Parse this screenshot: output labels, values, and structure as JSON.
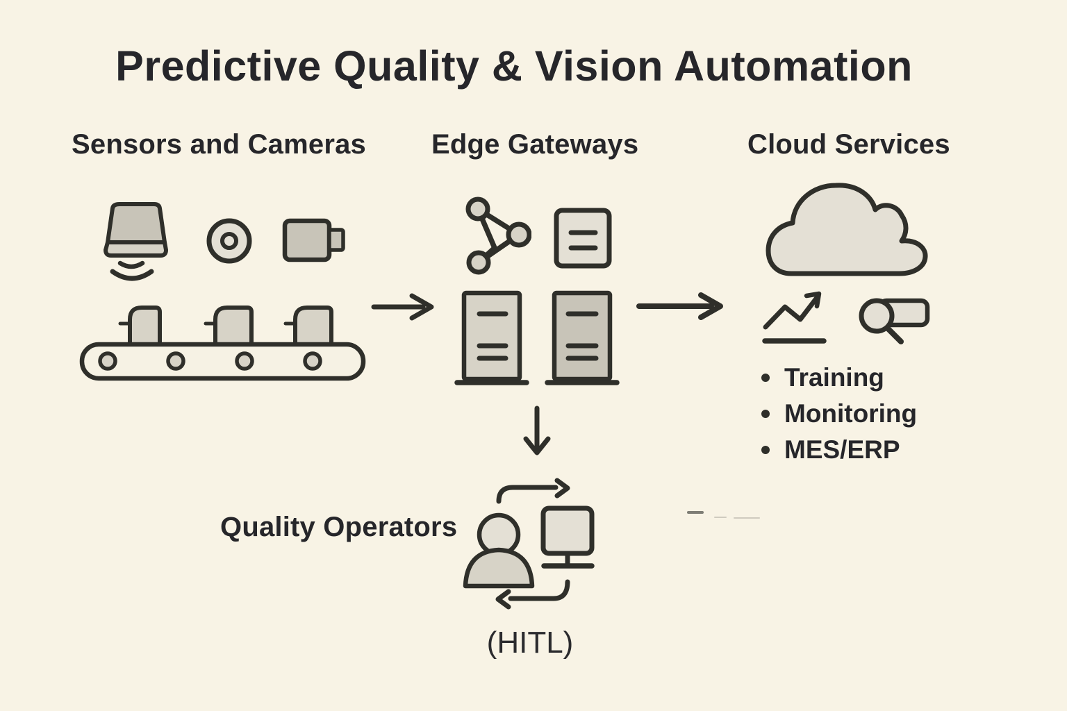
{
  "title": "Predictive Quality & Vision Automation",
  "sensors": {
    "heading": "Sensors and Cameras",
    "icons": [
      "proximity-sensor-icon",
      "camera-lens-icon",
      "camera-box-icon",
      "conveyor-belt-icon"
    ]
  },
  "edge": {
    "heading": "Edge Gateways",
    "icons": [
      "network-nodes-icon",
      "gateway-module-icon",
      "server-tower-icon",
      "server-tower-icon"
    ]
  },
  "cloud": {
    "heading": "Cloud Services",
    "icons": [
      "cloud-icon",
      "analytics-trend-icon",
      "inspection-search-icon"
    ],
    "bullet_char": "•",
    "bullets": [
      "Training",
      "Monitoring",
      "MES/ERP"
    ]
  },
  "operators": {
    "heading": "Quality Operators",
    "caption": "(HITL)",
    "icons": [
      "operator-person-icon",
      "monitor-icon",
      "cycle-arrows-icon"
    ]
  },
  "flow": {
    "arrows": [
      "sensors-to-edge",
      "edge-to-cloud",
      "edge-to-operators"
    ]
  },
  "colors": {
    "background": "#f8f3e5",
    "stroke": "#2f2f2a",
    "text": "#26262a",
    "fill_light": "#e4e0d5",
    "fill_mid": "#d7d3c7",
    "fill_dark": "#c8c4b8"
  }
}
